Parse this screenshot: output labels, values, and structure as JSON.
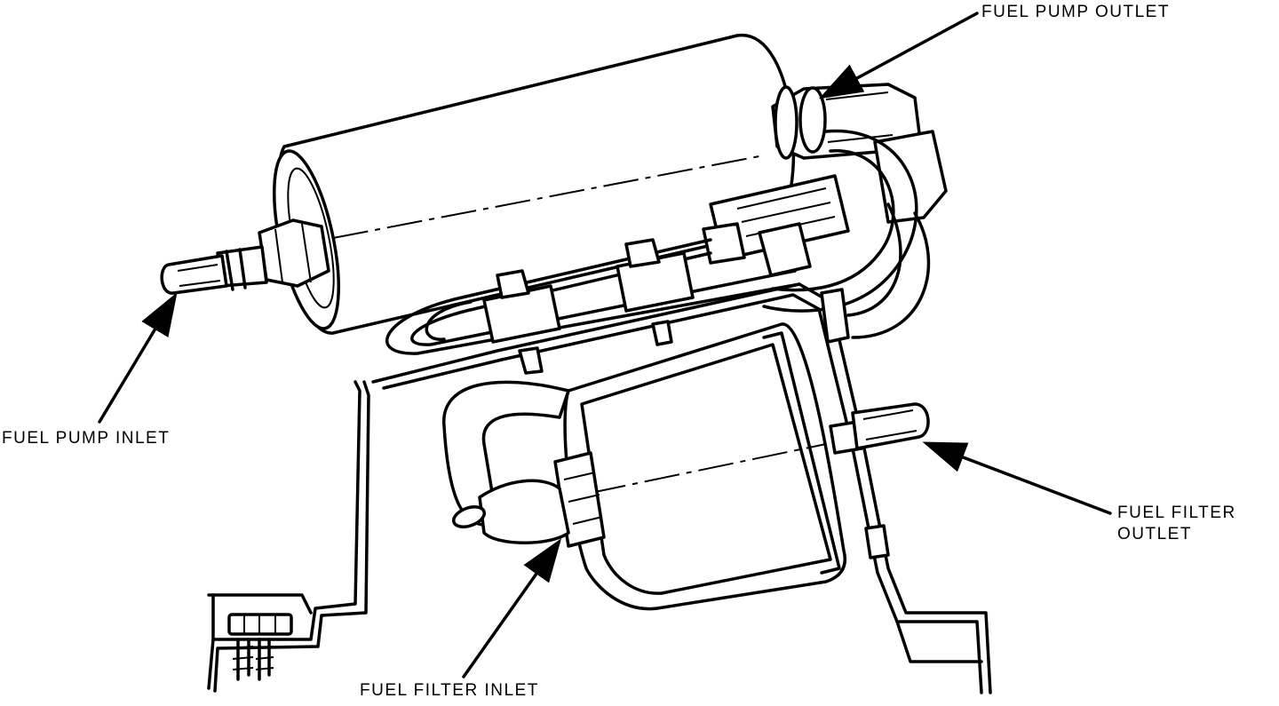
{
  "labels": {
    "fuel_pump_outlet": "FUEL PUMP OUTLET",
    "fuel_pump_inlet": "FUEL PUMP INLET",
    "fuel_filter_outlet_line1": "FUEL FILTER",
    "fuel_filter_outlet_line2": "OUTLET",
    "fuel_filter_inlet": "FUEL FILTER INLET"
  },
  "colors": {
    "ink": "#000000",
    "paper": "#ffffff"
  }
}
